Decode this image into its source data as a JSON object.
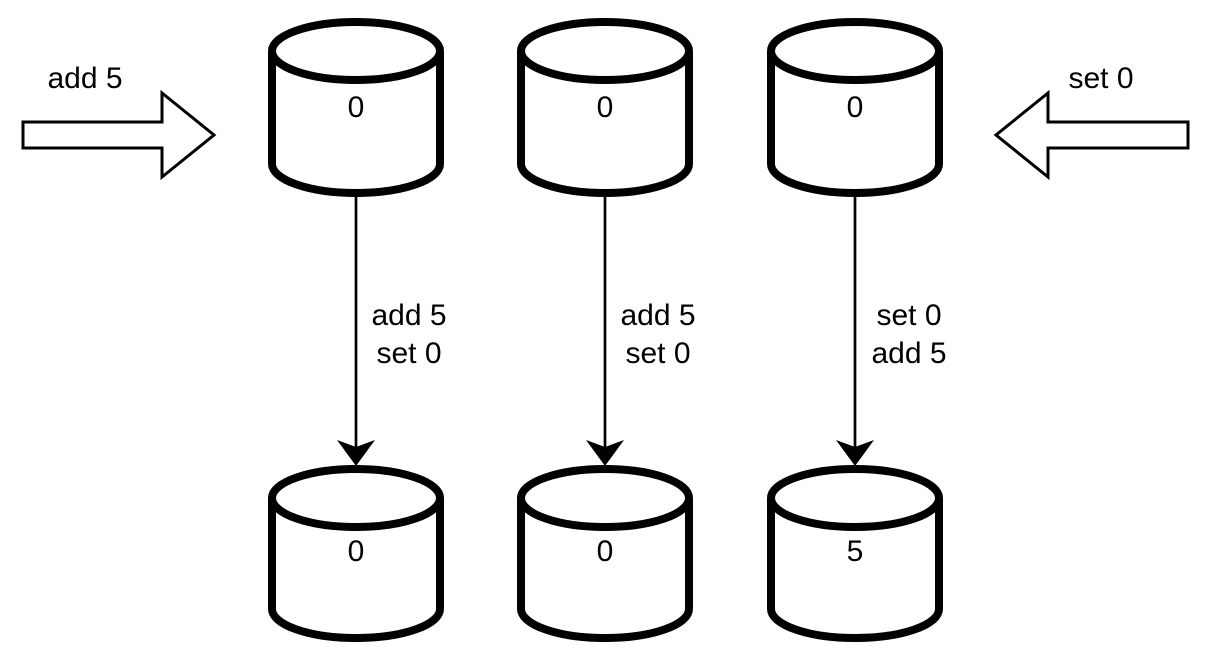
{
  "diagram": {
    "left_incoming": {
      "label": "add 5"
    },
    "right_incoming": {
      "label": "set 0"
    },
    "replicas": [
      {
        "initial_value": "0",
        "operations": {
          "line1": "add 5",
          "line2": "set 0"
        },
        "final_value": "0"
      },
      {
        "initial_value": "0",
        "operations": {
          "line1": "add 5",
          "line2": "set 0"
        },
        "final_value": "0"
      },
      {
        "initial_value": "0",
        "operations": {
          "line1": "set 0",
          "line2": "add 5"
        },
        "final_value": "5"
      }
    ]
  }
}
